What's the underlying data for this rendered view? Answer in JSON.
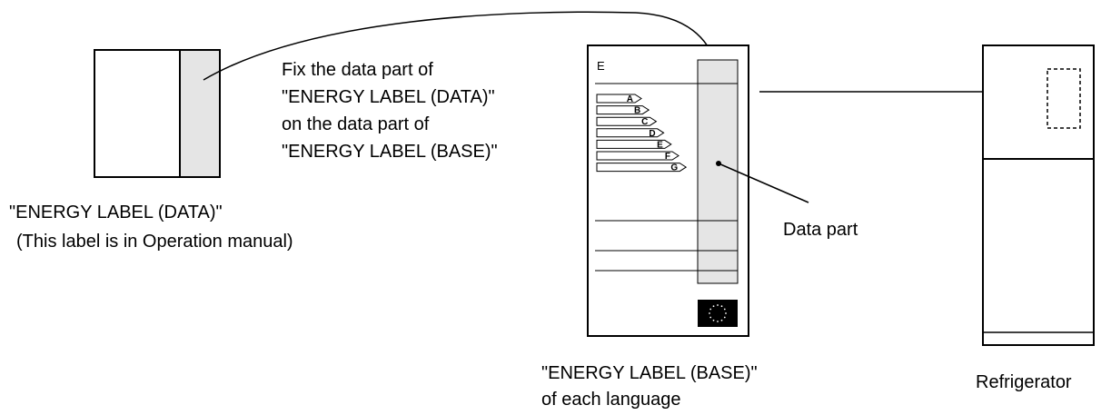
{
  "data_label": {
    "caption_line1": "\"ENERGY LABEL (DATA)\"",
    "caption_line2": "(This label is in Operation manual)"
  },
  "instruction": {
    "lines": [
      "Fix the data part of",
      "\"ENERGY LABEL (DATA)\"",
      "on the data part of",
      "\"ENERGY LABEL (BASE)\""
    ]
  },
  "base_label": {
    "header_letter": "E",
    "grades": [
      "A",
      "B",
      "C",
      "D",
      "E",
      "F",
      "G"
    ],
    "caption_line1": "\"ENERGY LABEL (BASE)\"",
    "caption_line2": "of each language"
  },
  "data_part_callout": "Data part",
  "refrigerator": {
    "caption": "Refrigerator"
  },
  "colors": {
    "data_fill": "#e5e5e5",
    "line": "#000000",
    "eu_flag": "#000000"
  }
}
